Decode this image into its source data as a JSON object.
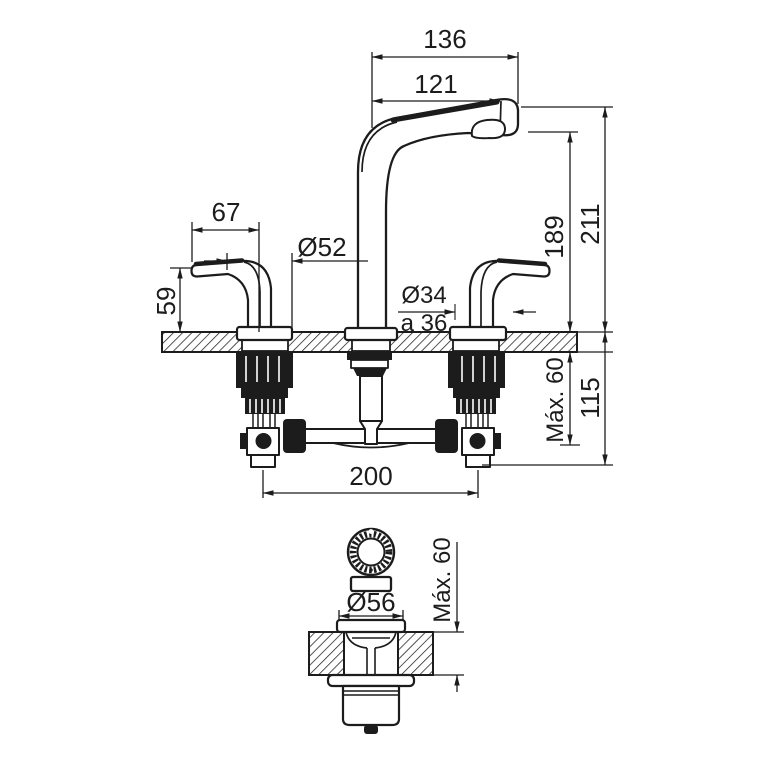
{
  "view": {
    "background": "#ffffff",
    "line_color": "#1c1c1c",
    "description": "technical-spec-drawing-3-hole-basin-faucet-with-popup-drain"
  },
  "main_view": {
    "name": "faucet-front-elevation",
    "dims": {
      "spout_reach_total": "136",
      "spout_reach_aerator": "121",
      "handle_length": "67",
      "escutcheon_diameter": "Ø52",
      "handle_height": "59",
      "hole_diameter_line1": "Ø34",
      "hole_diameter_line2": "a 36",
      "height_to_aerator": "189",
      "height_total": "211",
      "max_deck_thickness": "Máx. 60",
      "below_deck_depth": "115",
      "handle_spacing": "200"
    }
  },
  "drain_view": {
    "name": "pop-up-drain-detail",
    "dims": {
      "flange_diameter": "Ø56",
      "max_deck_thickness": "Máx. 60"
    }
  }
}
